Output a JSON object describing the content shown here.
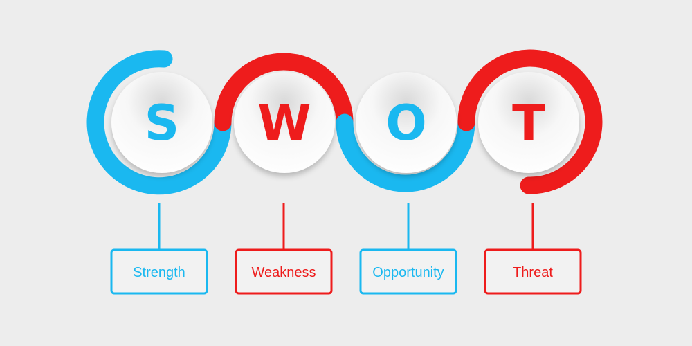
{
  "colors": {
    "background": "#ededed",
    "blue": "#1ab8f0",
    "red": "#ee1c1c",
    "box_fill": "#f2f2f2"
  },
  "items": [
    {
      "letter": "S",
      "label": "Strength",
      "color": "blue"
    },
    {
      "letter": "W",
      "label": "Weakness",
      "color": "red"
    },
    {
      "letter": "O",
      "label": "Opportunity",
      "color": "blue"
    },
    {
      "letter": "T",
      "label": "Threat",
      "color": "red"
    }
  ]
}
